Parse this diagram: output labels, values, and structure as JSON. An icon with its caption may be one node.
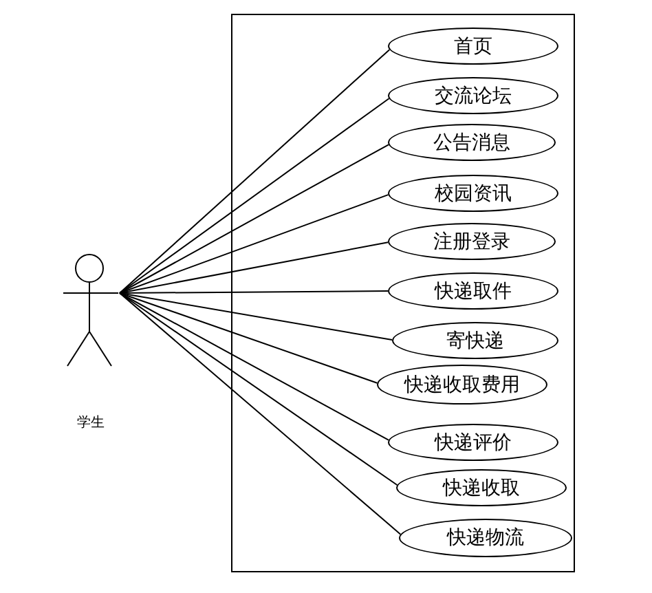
{
  "diagram": {
    "nodes": [
      {
        "text": [
          "学生"
        ]
      },
      {
        "text": [
          "首页"
        ],
        "in": 12
      },
      {
        "text": [
          "交流论坛"
        ],
        "in": 12
      },
      {
        "text": [
          "公告消息"
        ],
        "in": 12
      },
      {
        "text": [
          "校园资讯"
        ],
        "in": 12
      },
      {
        "text": [
          "注册登录"
        ],
        "in": 12
      },
      {
        "text": [
          "快递取件"
        ],
        "in": 12
      },
      {
        "text": [
          "寄快递"
        ],
        "in": 12
      },
      {
        "text": [
          "快递收取费用"
        ],
        "in": 12
      },
      {
        "text": [
          "快递评价"
        ],
        "in": 12
      },
      {
        "text": [
          "快递收取"
        ],
        "in": 12
      },
      {
        "text": [
          "快递物流"
        ],
        "in": 12
      },
      {
        "text": [],
        "shape": "box"
      }
    ],
    "edges": [
      {
        "from": 0,
        "to": 1,
        "arrow": "none"
      },
      {
        "from": 0,
        "to": 2,
        "arrow": "none"
      },
      {
        "from": 0,
        "to": 3,
        "arrow": "none"
      },
      {
        "from": 0,
        "to": 4,
        "arrow": "none"
      },
      {
        "from": 0,
        "to": 5,
        "arrow": "none"
      },
      {
        "from": 0,
        "to": 6,
        "arrow": "none"
      },
      {
        "from": 0,
        "to": 7,
        "arrow": "none"
      },
      {
        "from": 0,
        "to": 8,
        "arrow": "none"
      },
      {
        "from": 0,
        "to": 9,
        "arrow": "none"
      },
      {
        "from": 0,
        "to": 10,
        "arrow": "none"
      },
      {
        "from": 0,
        "to": 11,
        "arrow": "none"
      }
    ]
  }
}
